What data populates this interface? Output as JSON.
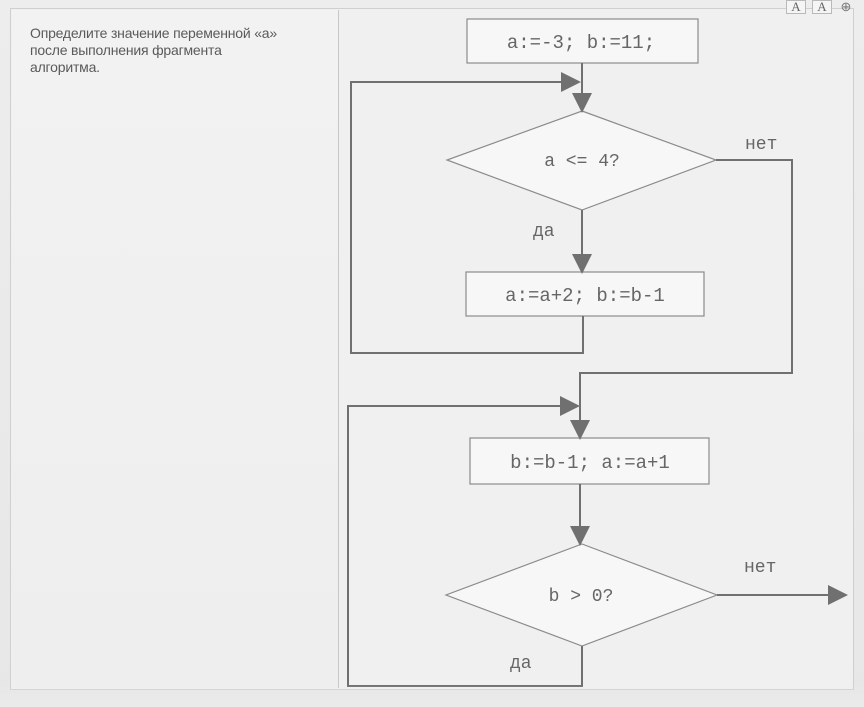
{
  "question": {
    "line1": "Определите значение переменной «а»",
    "line2": "после выполнения фрагмента",
    "line3": "алгоритма."
  },
  "toolbar": {
    "font_small": "A",
    "font_large": "A"
  },
  "flowchart": {
    "start": "a:=-3;  b:=11;",
    "condition1": "a  <=  4?",
    "no1": "нет",
    "yes1": "да",
    "loop1_body": "a:=a+2;  b:=b-1",
    "loop2_body": "b:=b-1;  a:=a+1",
    "condition2": "b  >  0?",
    "no2": "нет",
    "yes2": "да"
  }
}
